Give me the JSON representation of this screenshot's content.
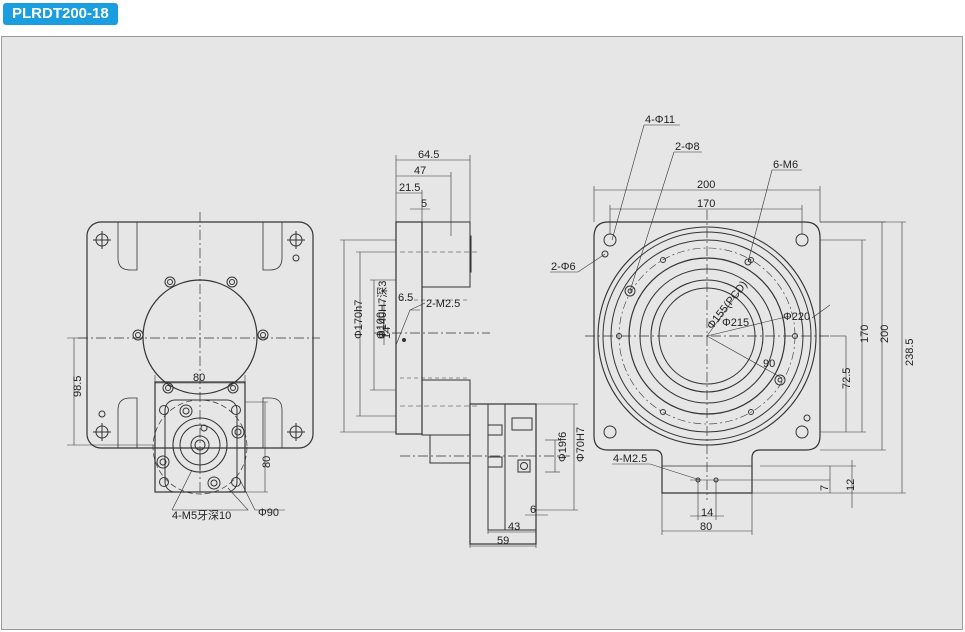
{
  "header": {
    "model_label": "PLRDT200-18"
  },
  "colors": {
    "badge": "#1a9ee0",
    "panel": "#e6e6e6",
    "line": "#333333"
  },
  "front_view": {
    "dim_98_5": "98.5",
    "dim_80_horizontal": "80",
    "dim_80_vertical": "80",
    "callout_thread": "4-M5牙深10",
    "callout_phi90": "Φ90"
  },
  "side_view": {
    "dim_64_5": "64.5",
    "dim_47": "47",
    "dim_21_5": "21.5",
    "dim_5": "5",
    "dim_6_5": "6.5",
    "callout_2m25": "2-M2.5",
    "dim_phi170h7": "Φ170h7",
    "dim_phi140h7": "Φ140H7深3",
    "dim_phi100": "Φ100",
    "dim_14": "14",
    "dim_phi19f6": "Φ19f6",
    "dim_phi70h7": "Φ70H7",
    "dim_6": "6",
    "dim_43": "43",
    "dim_59": "59"
  },
  "top_view": {
    "callout_4phi11": "4-Φ11",
    "callout_2phi8": "2-Φ8",
    "callout_6m6": "6-M6",
    "callout_2phi6": "2-Φ6",
    "dim_200_top": "200",
    "dim_170_top": "170",
    "dim_phi155": "Φ155(PCD)",
    "dim_phi215": "Φ215",
    "dim_phi220": "Φ220",
    "dim_90": "90",
    "dim_72_5": "72.5",
    "dim_170_right": "170",
    "dim_200_right": "200",
    "dim_238_5": "238.5",
    "callout_4m25": "4-M2.5",
    "dim_7": "7",
    "dim_12": "12",
    "dim_14_bottom": "14",
    "dim_80_bottom": "80"
  }
}
